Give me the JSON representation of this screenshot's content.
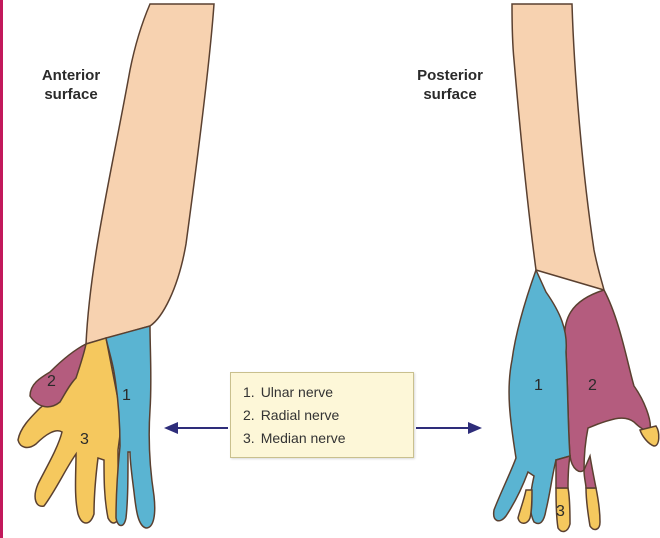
{
  "labels": {
    "anterior": [
      "Anterior",
      "surface"
    ],
    "posterior": [
      "Posterior",
      "surface"
    ]
  },
  "legend": [
    {
      "number": "1.",
      "text": "Ulnar nerve"
    },
    {
      "number": "2.",
      "text": "Radial nerve"
    },
    {
      "number": "3.",
      "text": "Median nerve"
    }
  ],
  "region_numbers": {
    "anterior": {
      "ulnar": "1",
      "radial": "2",
      "median": "3"
    },
    "posterior": {
      "ulnar": "1",
      "radial": "2",
      "median": "3"
    }
  },
  "colors": {
    "skin": "#f7d2b0",
    "ulnar": "#5ab4d2",
    "radial": "#b45c7e",
    "median": "#f5c85e",
    "outline": "#5a4030",
    "arrow": "#2e2d7a",
    "border": "#c2185b"
  }
}
